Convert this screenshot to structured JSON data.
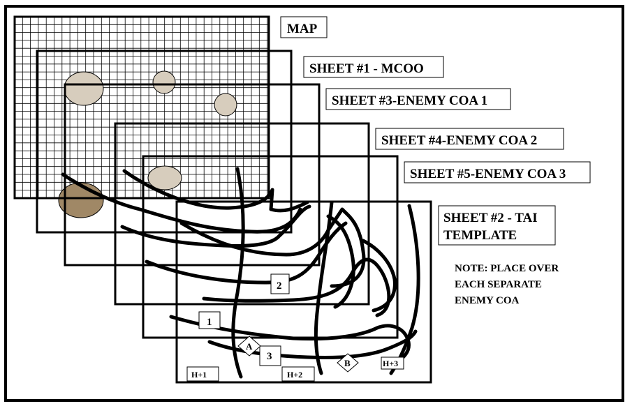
{
  "sheets": {
    "map": "MAP",
    "sheet1": "SHEET #1 - MCOO",
    "sheet3": "SHEET #3-ENEMY COA 1",
    "sheet4": "SHEET #4-ENEMY COA 2",
    "sheet5": "SHEET #5-ENEMY COA 3",
    "sheet2_line1": "SHEET #2 - TAI",
    "sheet2_line2": "TEMPLATE"
  },
  "note": {
    "line1": "NOTE: PLACE OVER",
    "line2": "EACH SEPARATE",
    "line3": "ENEMY COA"
  },
  "markers": {
    "num1": "1",
    "num2": "2",
    "num3": "3",
    "diamond_a": "A",
    "diamond_b": "B",
    "h1": "H+1",
    "h2": "H+2",
    "h3": "H+3"
  },
  "colors": {
    "line": "#000000",
    "terrain_light": "#d7cdbd",
    "terrain_dark": "#a08866"
  }
}
